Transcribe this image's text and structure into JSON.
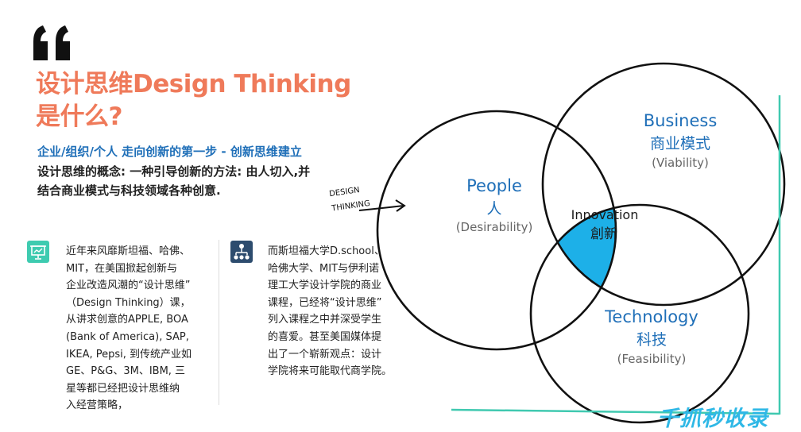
{
  "header": {
    "title_line1": "设计思维Design Thinking",
    "title_line2": "是什么?",
    "subtitle": "企业/组织/个人 走向创新的第一步 - 创新思维建立",
    "concept_line1": "设计思维的概念: 一种引导创新的方法: 由人切入,并",
    "concept_line2": "结合商业模式与科技领域各种创意."
  },
  "cards": [
    {
      "icon": "presentation-board-icon",
      "lines": [
        "近年来风靡斯坦福、哈佛、",
        "MIT，在美国掀起创新与",
        "企业改造风潮的“设计思维”",
        "（Design Thinking）课，",
        "从讲求创意的APPLE, BOA",
        "(Bank of America), SAP,",
        "IKEA, Pepsi, 到传统产业如",
        "GE、P&G、3M、IBM, 三",
        "星等都已经把设计思维纳",
        "入经营策略，"
      ]
    },
    {
      "icon": "network-people-icon",
      "lines": [
        "而斯坦福大学D.school、",
        "哈佛大学、MIT与伊利诺",
        "理工大学设计学院的商业",
        "课程，已经将“设计思维”",
        "列入课程之中并深受学生",
        "的喜爱。甚至美国媒体提",
        "出了一个崭新观点：设计",
        "学院将来可能取代商学院。"
      ]
    }
  ],
  "diagram": {
    "arrow_label_line1": "DESIGN",
    "arrow_label_line2": "THINKING",
    "people_en": "People",
    "people_zh": "人",
    "people_sub": "(Desirability)",
    "business_en": "Business",
    "business_zh": "商业模式",
    "business_sub": "(Viability)",
    "technology_en": "Technology",
    "technology_zh": "科技",
    "technology_sub": "(Feasibility)",
    "center_en": "Innovation",
    "center_zh": "創新"
  },
  "watermark": "千抓秒收录",
  "colors": {
    "title": "#ef7a5a",
    "subtitle": "#1f6fb8",
    "venn_label": "#1f6fb8",
    "center_fill": "#1db0e8",
    "accent_line": "#40c9b0",
    "card1_icon_bg": "#3ecbb0",
    "card2_icon_bg": "#2d4c6e",
    "watermark": "#2fb8e6"
  }
}
